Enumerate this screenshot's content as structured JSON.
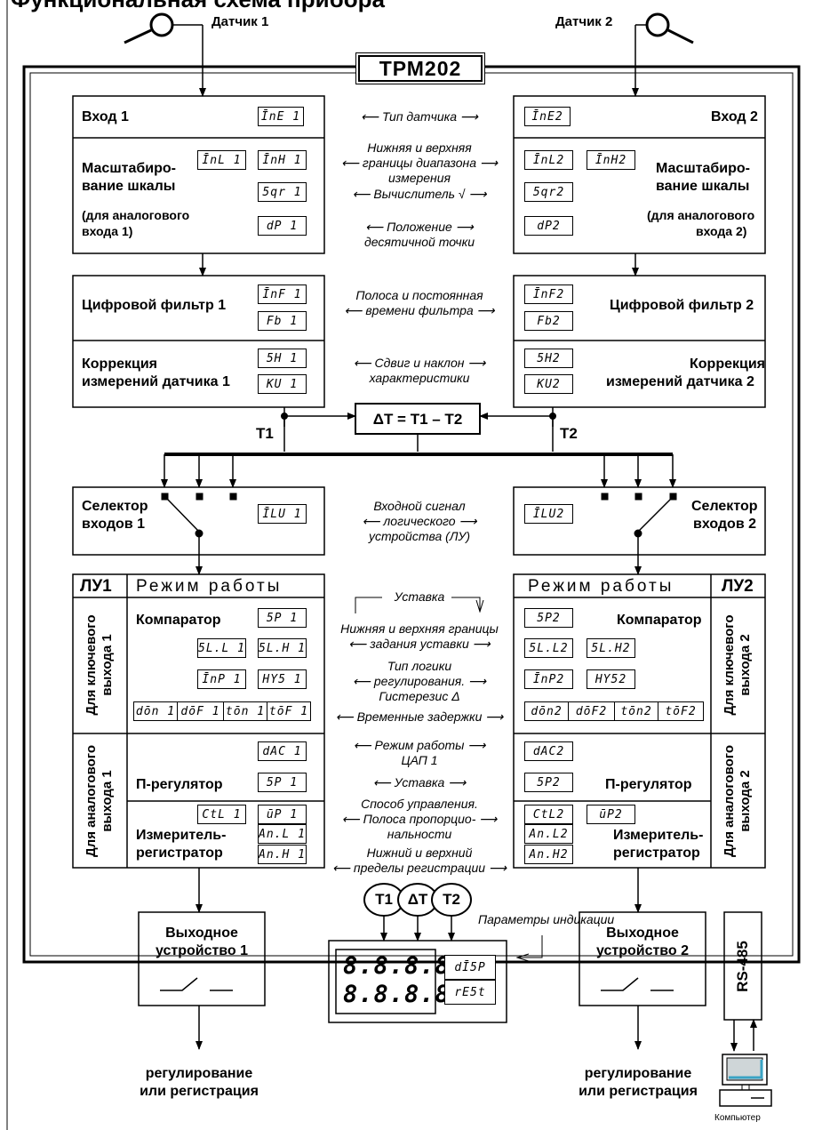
{
  "header": {
    "title": "Функциональная схема прибора"
  },
  "device": {
    "name": "ТРМ202"
  },
  "sensors": {
    "sensor1": "Датчик 1",
    "sensor2": "Датчик 2"
  },
  "blocks": {
    "input1": "Вход 1",
    "input2": "Вход 2",
    "scale1_a": "Масштабиро-",
    "scale1_b": "вание шкалы",
    "scale1_c": "(для аналогового",
    "scale1_d": "входа 1)",
    "scale2_a": "Масштабиро-",
    "scale2_b": "вание шкалы",
    "scale2_c": "(для аналогового",
    "scale2_d": "входа 2)",
    "filter1": "Цифровой фильтр 1",
    "filter2": "Цифровой фильтр 2",
    "corr1_a": "Коррекция",
    "corr1_b": "измерений датчика 1",
    "corr2_a": "Коррекция",
    "corr2_b": "измерений датчика 2",
    "delta": "ΔT = T1 – T2",
    "t1": "T1",
    "t2": "T2",
    "sel1_a": "Селектор",
    "sel1_b": "входов 1",
    "sel2_a": "Селектор",
    "sel2_b": "входов 2",
    "lu1": "ЛУ1",
    "lu2": "ЛУ2",
    "mode": "Режим работы",
    "key1": "Для ключевого выхода 1",
    "key2": "Для ключевого выхода 2",
    "an1": "Для аналогового выхода 1",
    "an2": "Для аналогового выхода 2",
    "comparator": "Компаратор",
    "preg": "П-регулятор",
    "meter_a": "Измеритель-",
    "meter_b": "регистратор",
    "out1_a": "Выходное",
    "out1_b": "устройство 1",
    "out2_a": "Выходное",
    "out2_b": "устройство 2",
    "rs485": "RS-485",
    "result1_a": "регулирование",
    "result1_b": "или регистрация",
    "result2_a": "регулирование",
    "result2_b": "или регистрация",
    "computer": "Компьютер",
    "circle_t1": "T1",
    "circle_dt": "ΔT",
    "circle_t2": "T2",
    "disp_params": "Параметры индикации"
  },
  "params": {
    "in_t1": "ĪnE 1",
    "in_t2": "ĪnE2",
    "in_l1": "ĪnL 1",
    "in_h1": "ĪnH 1",
    "in_l2": "ĪnL2",
    "in_h2": "ĪnH2",
    "sqr1": "5qr 1",
    "sqr2": "5qr2",
    "dp1": "dP 1",
    "dp2": "dP2",
    "inf1": "ĪnF 1",
    "fb1": "Fb 1",
    "inf2": "ĪnF2",
    "fb2": "Fb2",
    "sh1": "5H 1",
    "ku1": "KU 1",
    "sh2": "5H2",
    "ku2": "KU2",
    "clu1": "ĪLU 1",
    "clu2": "ĪLU2",
    "sp1": "5P 1",
    "sp2": "5P2",
    "sll1": "5L.L 1",
    "slh1": "5L.H 1",
    "sll2": "5L.L2",
    "slh2": "5L.H2",
    "cmp1": "ĪnP 1",
    "hys1": "HY5 1",
    "cmp2": "ĪnP2",
    "hys2": "HY52",
    "don1": "dōn 1",
    "dof1": "dōF 1",
    "ton1": "tōn 1",
    "tof1": "tōF 1",
    "don2": "dōn2",
    "dof2": "dōF2",
    "ton2": "tōn2",
    "tof2": "tōF2",
    "dac1": "dAC 1",
    "dac2": "dAC2",
    "sp1b": "5P 1",
    "sp2b": "5P2",
    "ctl1": "CtL 1",
    "xp1": "ūP 1",
    "ctl2": "CtL2",
    "xp2": "ūP2",
    "anl1": "An.L 1",
    "anh1": "An.H 1",
    "anl2": "An.L2",
    "anh2": "An.H2",
    "disp": "dĪ5P",
    "reset": "rE5t",
    "seg1": "8.8.8.8",
    "seg2": "8.8.8.8"
  },
  "labels": {
    "sensor_type": "Тип датчика",
    "range_a": "Нижняя и верхняя",
    "range_b": "границы диапазона",
    "range_c": "измерения",
    "calc": "Вычислитель √",
    "dot_a": "Положение",
    "dot_b": "десятичной точки",
    "filt_a": "Полоса и постоянная",
    "filt_b": "времени фильтра",
    "shift_a": "Сдвиг и наклон",
    "shift_b": "характеристики",
    "lu_a": "Входной сигнал",
    "lu_b": "логического",
    "lu_c": "устройства (ЛУ)",
    "setpoint": "Уставка",
    "sp_range_a": "Нижняя и верхняя границы",
    "sp_range_b": "задания уставки",
    "logic_a": "Тип логики",
    "logic_b": "регулирования.",
    "logic_c": "Гистерезис Δ",
    "delays": "Временные задержки",
    "dac_a": "Режим работы",
    "dac_b": "ЦАП 1",
    "setpoint2": "Уставка",
    "ctrl_a": "Способ управления.",
    "ctrl_b": "Полоса пропорцио-",
    "ctrl_c": "нальности",
    "reg_a": "Нижний и верхний",
    "reg_b": "пределы регистрации"
  }
}
